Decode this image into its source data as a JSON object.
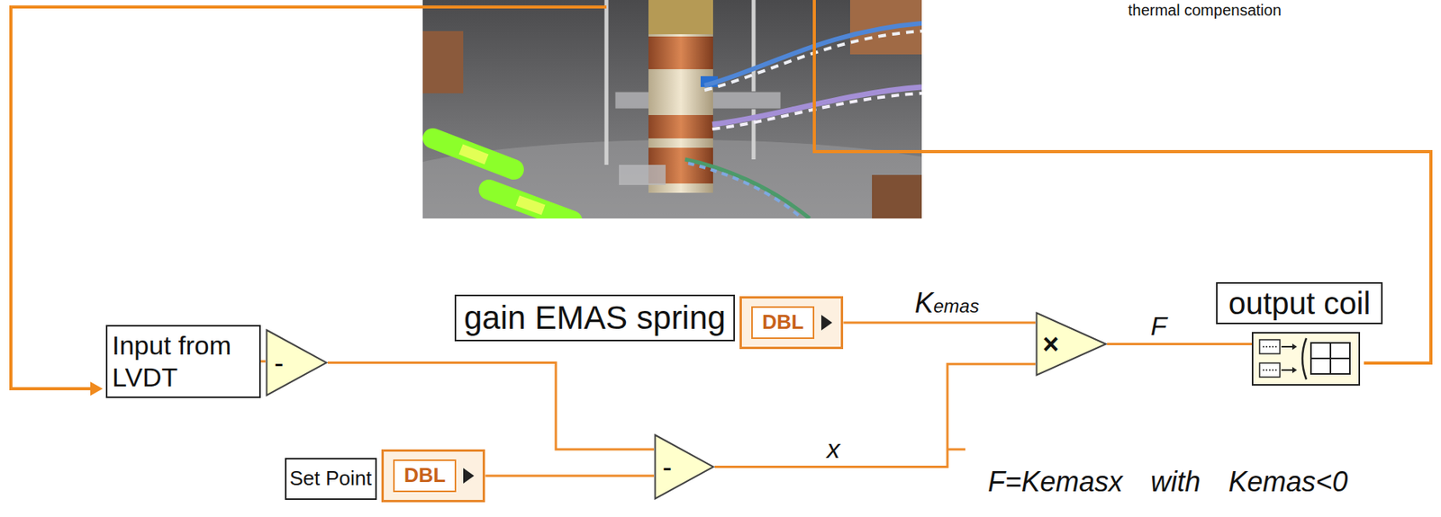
{
  "diagram": {
    "nodes": [
      {
        "text": [
          "Input from LVDT"
        ]
      },
      {
        "text": [
          "-"
        ]
      },
      {
        "text": [
          "gain EMAS spring",
          "DBL"
        ]
      },
      {
        "text": [
          "Set Point",
          "DBL"
        ]
      },
      {
        "text": [
          "-"
        ]
      },
      {
        "text": [
          "×"
        ]
      },
      {
        "text": [
          "output coil"
        ]
      }
    ],
    "edges": [
      {
        "from": 0,
        "to": 1,
        "arrow": "none"
      },
      {
        "from": 1,
        "to": 4,
        "arrow": "none"
      },
      {
        "from": 3,
        "to": 4,
        "arrow": "none"
      },
      {
        "from": 2,
        "to": 5,
        "label": "Kemas",
        "arrow": "none"
      },
      {
        "from": 4,
        "to": 5,
        "label": "x",
        "arrow": "none"
      },
      {
        "from": 5,
        "to": 6,
        "label": "F",
        "arrow": "none"
      }
    ],
    "labels": [
      "thermal compensation",
      "F=Kemasx with Kemas<0"
    ]
  }
}
